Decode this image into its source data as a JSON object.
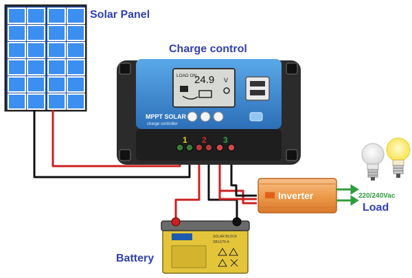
{
  "labels": {
    "solar_panel": "Solar Panel",
    "charge_control": "Charge control",
    "battery": "Battery",
    "load": "Load",
    "voltage_out": "220/240Vac"
  },
  "controller": {
    "screen_load_on": "LOAD ON",
    "screen_voltage": "24.9",
    "screen_unit": "V",
    "brand_line1": "MPPT SOLAR",
    "brand_line2": "charge controller",
    "terminal_numbers": [
      "1",
      "2",
      "3"
    ]
  },
  "inverter": {
    "label": "Inverter"
  },
  "battery_unit": {
    "brand": "SOLAR BLOCK",
    "model": "SB12/75 A"
  },
  "colors": {
    "label_blue": "#2f3fb0",
    "controller_blue": "#3a8fd6",
    "wire_red": "#cc1f1f",
    "wire_black": "#111111",
    "inverter_orange": "#f0a050",
    "battery_yellow": "#e9c93a",
    "arrow_green": "#2e9e3a"
  }
}
